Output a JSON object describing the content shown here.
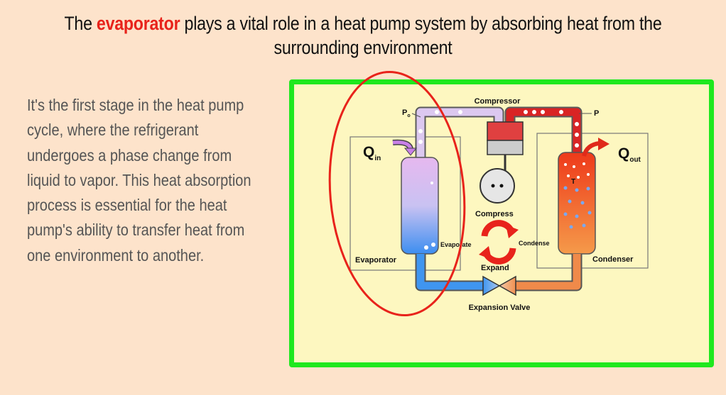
{
  "slide": {
    "title_pre": "The ",
    "title_highlight": "evaporator",
    "title_post": " plays a vital role in a heat pump system by absorbing heat from the surrounding environment",
    "paragraph": "It's the first stage in the heat pump cycle, where the refrigerant undergoes a phase change from liquid to vapor. This heat absorption process is essential for the heat pump's ability to transfer heat from one environment to another.",
    "highlight_color": "#e8231b"
  },
  "diagram": {
    "compressor": "Compressor",
    "p_o": "P",
    "p_o_sub": "o",
    "p": "P",
    "q_in": "Q",
    "q_in_sub": "in",
    "q_out": "Q",
    "q_out_sub": "out",
    "compress": "Compress",
    "evaporate": "Evaporate",
    "condense": "Condense",
    "expand": "Expand",
    "evaporator": "Evaporator",
    "condenser": "Condenser",
    "expansion_valve": "Expansion Valve",
    "t_label": "T",
    "frame_color": "#1ee81e",
    "circle_color": "#e8231b"
  }
}
